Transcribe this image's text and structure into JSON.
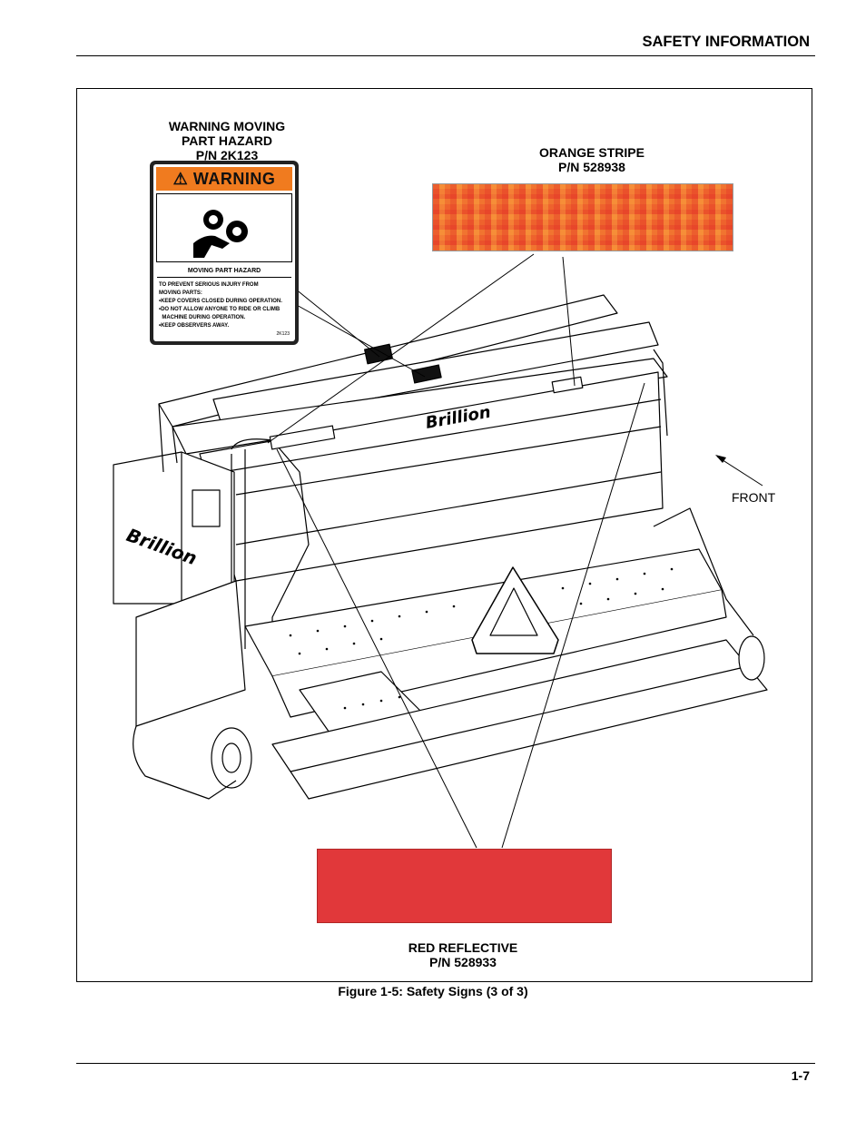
{
  "header": {
    "title": "SAFETY INFORMATION"
  },
  "figure": {
    "caption": "Figure 1-5:  Safety Signs (3 of 3)",
    "callouts": {
      "warning_label": {
        "line1": "WARNING MOVING",
        "line2": "PART HAZARD",
        "line3": "P/N 2K123"
      },
      "orange_stripe": {
        "line1": "ORANGE STRIPE",
        "line2": "P/N 528938"
      },
      "red_reflective": {
        "line1": "RED REFLECTIVE",
        "line2": "P/N 528933"
      },
      "front": "FRONT"
    },
    "warning_decal": {
      "banner": "WARNING",
      "heading": "MOVING PART HAZARD",
      "lines": [
        "TO PREVENT SERIOUS INJURY FROM",
        "MOVING PARTS:",
        "•KEEP COVERS CLOSED DURING OPERATION.",
        "•DO NOT ALLOW ANYONE TO RIDE OR CLIMB",
        "  MACHINE DURING OPERATION.",
        "•KEEP OBSERVERS AWAY."
      ],
      "part_number": "2K123"
    },
    "machine_brand": "Brillion",
    "colors": {
      "orange": "#ee6a2e",
      "red": "#e1383a",
      "warning_orange": "#f07b1f"
    }
  },
  "footer": {
    "page_number": "1-7"
  }
}
